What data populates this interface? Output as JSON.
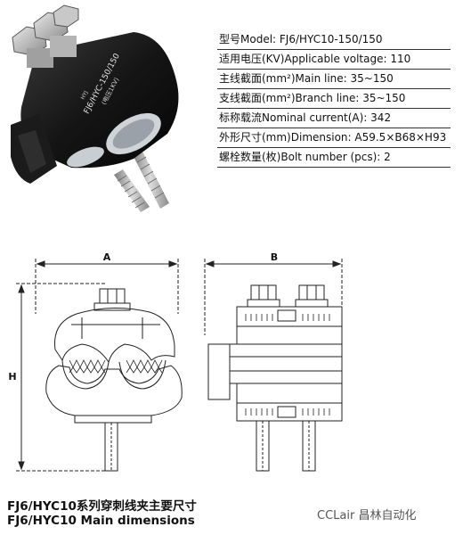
{
  "specs": [
    {
      "label": "型号Model: FJ6/HYC10-150/150"
    },
    {
      "label": "适用电压(KV)Applicable voltage: 110"
    },
    {
      "label": "主线截面(mm²)Main line: 35~150"
    },
    {
      "label": "支线截面(mm²)Branch line: 35~150"
    },
    {
      "label": "标称载流Nominal current(A): 342"
    },
    {
      "label": "外形尺寸(mm)Dimension: A59.5×B68×H93"
    },
    {
      "label": "螺栓数量(枚)Bolt number (pcs): 2"
    }
  ],
  "product": {
    "marking_brand": "HYJ",
    "marking_model": "FJ6/HYC-150/150",
    "marking_rating": "(电压1KV)"
  },
  "drawing": {
    "dim_a": "A",
    "dim_b": "B",
    "dim_h": "H"
  },
  "caption": {
    "line1": "FJ6/HYC10系列穿刺线夹主要尺寸",
    "line2": "FJ6/HYC10 Main dimensions"
  },
  "brand": "CCLair 昌林自动化"
}
